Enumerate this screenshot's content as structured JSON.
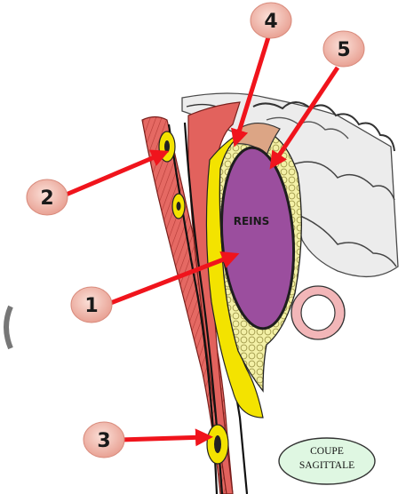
{
  "labels": {
    "organ": "REINS",
    "coupe_line1": "COUPE",
    "coupe_line2": "SAGITTALE"
  },
  "callouts": [
    {
      "number": "1"
    },
    {
      "number": "2"
    },
    {
      "number": "3"
    },
    {
      "number": "4"
    },
    {
      "number": "5"
    }
  ],
  "colors": {
    "kidney": "#9b4e9e",
    "fat": "#f2ef8c",
    "fascia_yellow": "#f3e300",
    "muscle": "#e0605c",
    "tan": "#dca585",
    "gray_tissue": "#c8c8c8",
    "arrow": "#f0141c",
    "badge_fill": "#f0b2a6",
    "coupe_fill": "#dff7e2"
  }
}
